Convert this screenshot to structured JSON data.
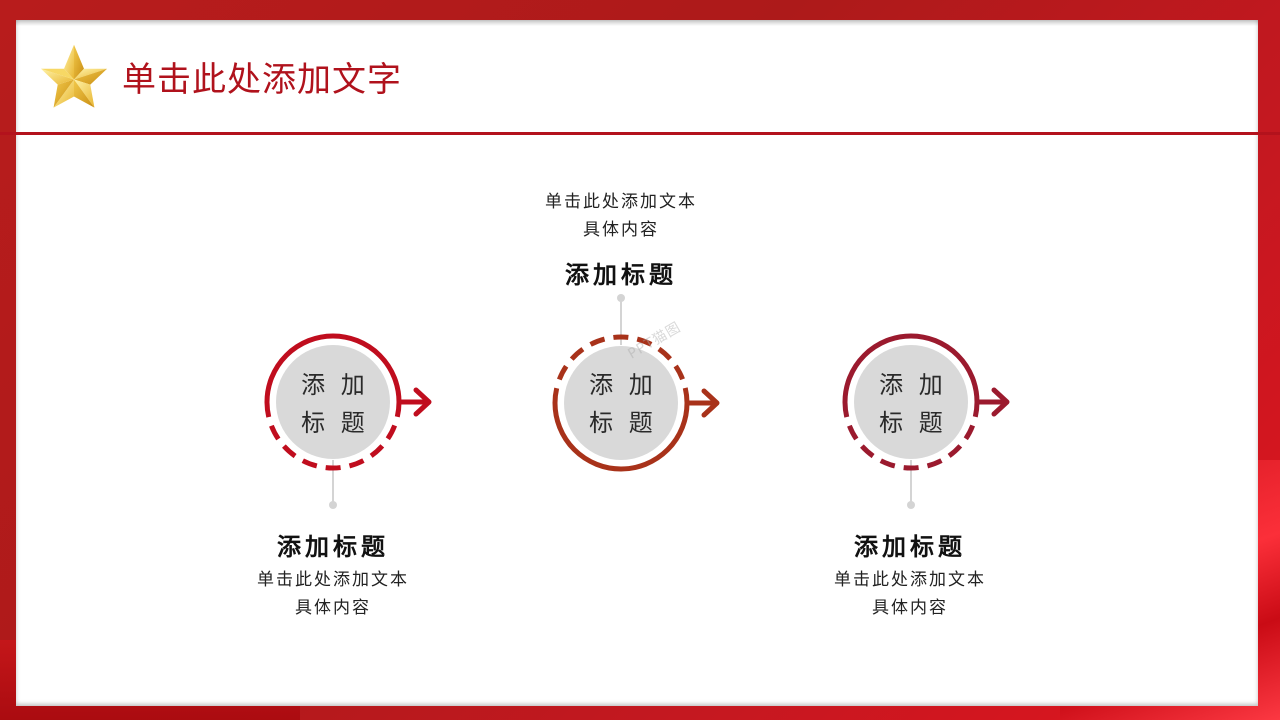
{
  "header": {
    "title": "单击此处添加文字",
    "icon": "gold-star-icon"
  },
  "colors": {
    "frame": "#b81c1c",
    "title": "#b0121c",
    "header_line": "#b3121c",
    "step1": "#c00d1e",
    "step2": "#a8321a",
    "step3": "#9b1a2e",
    "circle_fill": "#d9d9d9",
    "stem": "#d4d4d4"
  },
  "steps": [
    {
      "circle_line1": "添 加",
      "circle_line2": "标 题",
      "title": "添加标题",
      "desc_line1": "单击此处添加文本",
      "desc_line2": "具体内容",
      "position": "below"
    },
    {
      "circle_line1": "添 加",
      "circle_line2": "标 题",
      "title": "添加标题",
      "desc_line1": "单击此处添加文本",
      "desc_line2": "具体内容",
      "position": "above"
    },
    {
      "circle_line1": "添 加",
      "circle_line2": "标 题",
      "title": "添加标题",
      "desc_line1": "单击此处添加文本",
      "desc_line2": "具体内容",
      "position": "below"
    }
  ],
  "watermark": "PPT猫图"
}
